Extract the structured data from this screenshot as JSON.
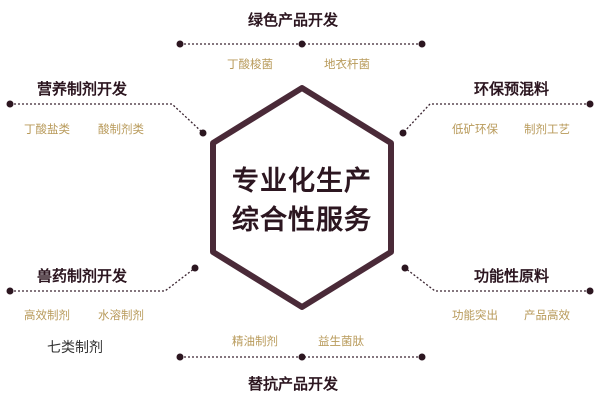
{
  "center": {
    "line1": "专业化生产",
    "line2": "综合性服务"
  },
  "branches": {
    "top": {
      "title": "绿色产品开发",
      "items": [
        "丁酸梭菌",
        "地衣杆菌"
      ]
    },
    "top_left": {
      "title": "营养制剂开发",
      "items": [
        "丁酸盐类",
        "酸制剂类"
      ]
    },
    "top_right": {
      "title": "环保预混料",
      "items": [
        "低矿环保",
        "制剂工艺"
      ]
    },
    "bottom_left": {
      "title": "兽药制剂开发",
      "items": [
        "高效制剂",
        "水溶制剂"
      ],
      "note": "七类制剂"
    },
    "bottom_right": {
      "title": "功能性原料",
      "items": [
        "功能突出",
        "产品高效"
      ]
    },
    "bottom": {
      "title": "替抗产品开发",
      "items": [
        "精油制剂",
        "益生菌肽"
      ]
    }
  },
  "colors": {
    "hexagon_stroke": "#4a2a38",
    "connector": "#3a2430",
    "title_text": "#2c1620",
    "item_text": "#b89a5a",
    "note_text": "#333333"
  }
}
